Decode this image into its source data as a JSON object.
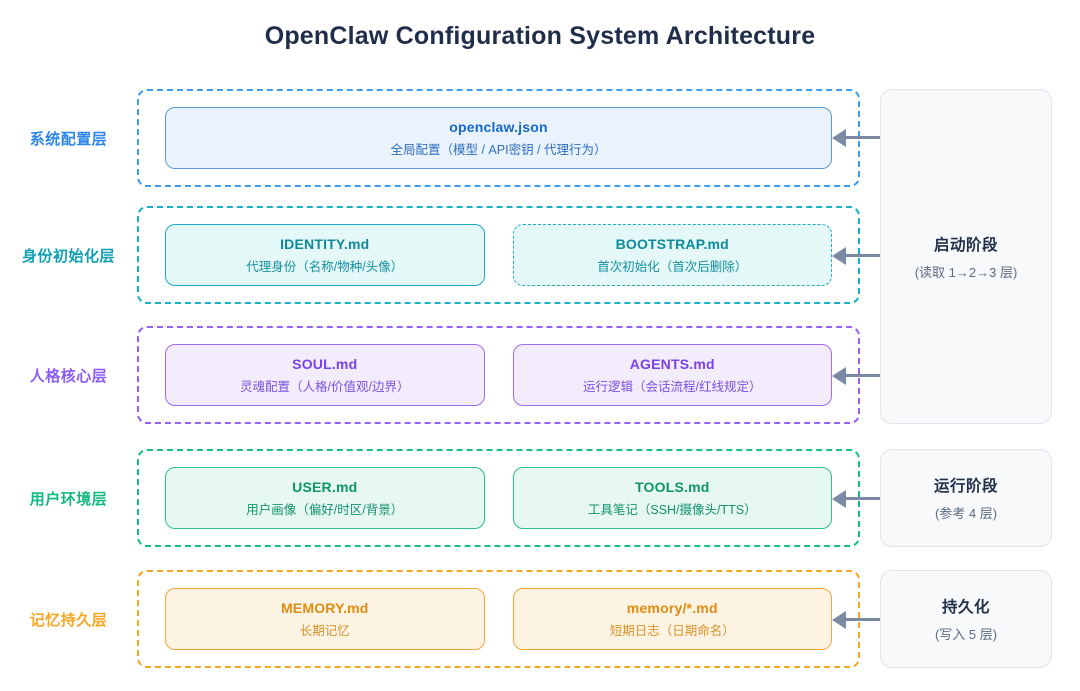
{
  "title": "OpenClaw Configuration System Architecture",
  "layers": [
    {
      "id": "system-config",
      "label": "系统配置层",
      "color": "#2f86ea",
      "cards": [
        {
          "name": "openclaw-json",
          "title": "openclaw.json",
          "desc": "全局配置（模型 / API密钥 / 代理行为）",
          "dashed": false,
          "full_width": true
        }
      ]
    },
    {
      "id": "identity-init",
      "label": "身份初始化层",
      "color": "#139fb3",
      "cards": [
        {
          "name": "identity-md",
          "title": "IDENTITY.md",
          "desc": "代理身份（名称/物种/头像）",
          "dashed": false,
          "full_width": false
        },
        {
          "name": "bootstrap-md",
          "title": "BOOTSTRAP.md",
          "desc": "首次初始化（首次后删除）",
          "dashed": true,
          "full_width": false
        }
      ]
    },
    {
      "id": "persona-core",
      "label": "人格核心层",
      "color": "#8b5cf6",
      "cards": [
        {
          "name": "soul-md",
          "title": "SOUL.md",
          "desc": "灵魂配置（人格/价值观/边界）",
          "dashed": false,
          "full_width": false
        },
        {
          "name": "agents-md",
          "title": "AGENTS.md",
          "desc": "运行逻辑（会话流程/红线规定）",
          "dashed": false,
          "full_width": false
        }
      ]
    },
    {
      "id": "user-environment",
      "label": "用户环境层",
      "color": "#10b981",
      "cards": [
        {
          "name": "user-md",
          "title": "USER.md",
          "desc": "用户画像（偏好/时区/背景）",
          "dashed": false,
          "full_width": false
        },
        {
          "name": "tools-md",
          "title": "TOOLS.md",
          "desc": "工具笔记（SSH/摄像头/TTS）",
          "dashed": false,
          "full_width": false
        }
      ]
    },
    {
      "id": "memory-persistence",
      "label": "记忆持久层",
      "color": "#f5a623",
      "cards": [
        {
          "name": "memory-md",
          "title": "MEMORY.md",
          "desc": "长期记忆",
          "dashed": false,
          "full_width": false
        },
        {
          "name": "memory-glob-md",
          "title": "memory/*.md",
          "desc": "短期日志（日期命名）",
          "dashed": false,
          "full_width": false
        }
      ]
    }
  ],
  "phases": [
    {
      "id": "startup",
      "title": "启动阶段",
      "sub": "(读取 1→2→3 层)"
    },
    {
      "id": "runtime",
      "title": "运行阶段",
      "sub": "(参考 4 层)"
    },
    {
      "id": "persistence",
      "title": "持久化",
      "sub": "(写入 5 层)"
    }
  ]
}
